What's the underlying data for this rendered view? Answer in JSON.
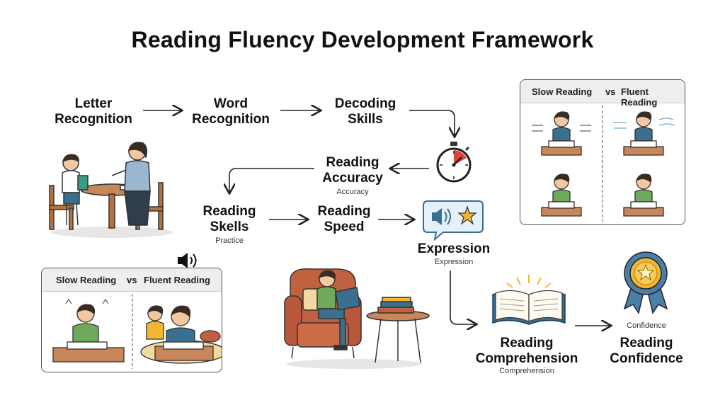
{
  "title": "Reading Fluency Development Framework",
  "nodes": {
    "letter_recognition": "Letter Recognition",
    "word_recognition": "Word Recognition",
    "decoding_skills": "Decoding Skills",
    "reading_accuracy": "Reading Accuracy",
    "reading_accuracy_sub": "Accuracy",
    "reading_skills": "Reading Skells",
    "reading_skills_sub": "Practice",
    "reading_speed": "Reading Speed",
    "expression": "Expression",
    "expression_sub": "Expression",
    "reading_comprehension": "Reading Comprehension",
    "reading_comprehension_sub": "Comprehension",
    "reading_confidence": "Reading Confidence",
    "reading_confidence_sub": "Confidence"
  },
  "panel_top_right": {
    "slow": "Slow Reading",
    "vs": "vs",
    "fluent": "Fluent Reading"
  },
  "panel_bottom_left": {
    "slow": "Slow Reading",
    "vs": "vs",
    "fluent": "Fluent Reading"
  },
  "colors": {
    "arrow": "#222222",
    "panel_border": "#555555",
    "panel_header": "#eeeeee",
    "table": "#c8875a",
    "book": "#3a6f8f",
    "medal_ribbon": "#4a7fa6",
    "medal_gold": "#f2b632",
    "timer_red": "#d9453a"
  }
}
